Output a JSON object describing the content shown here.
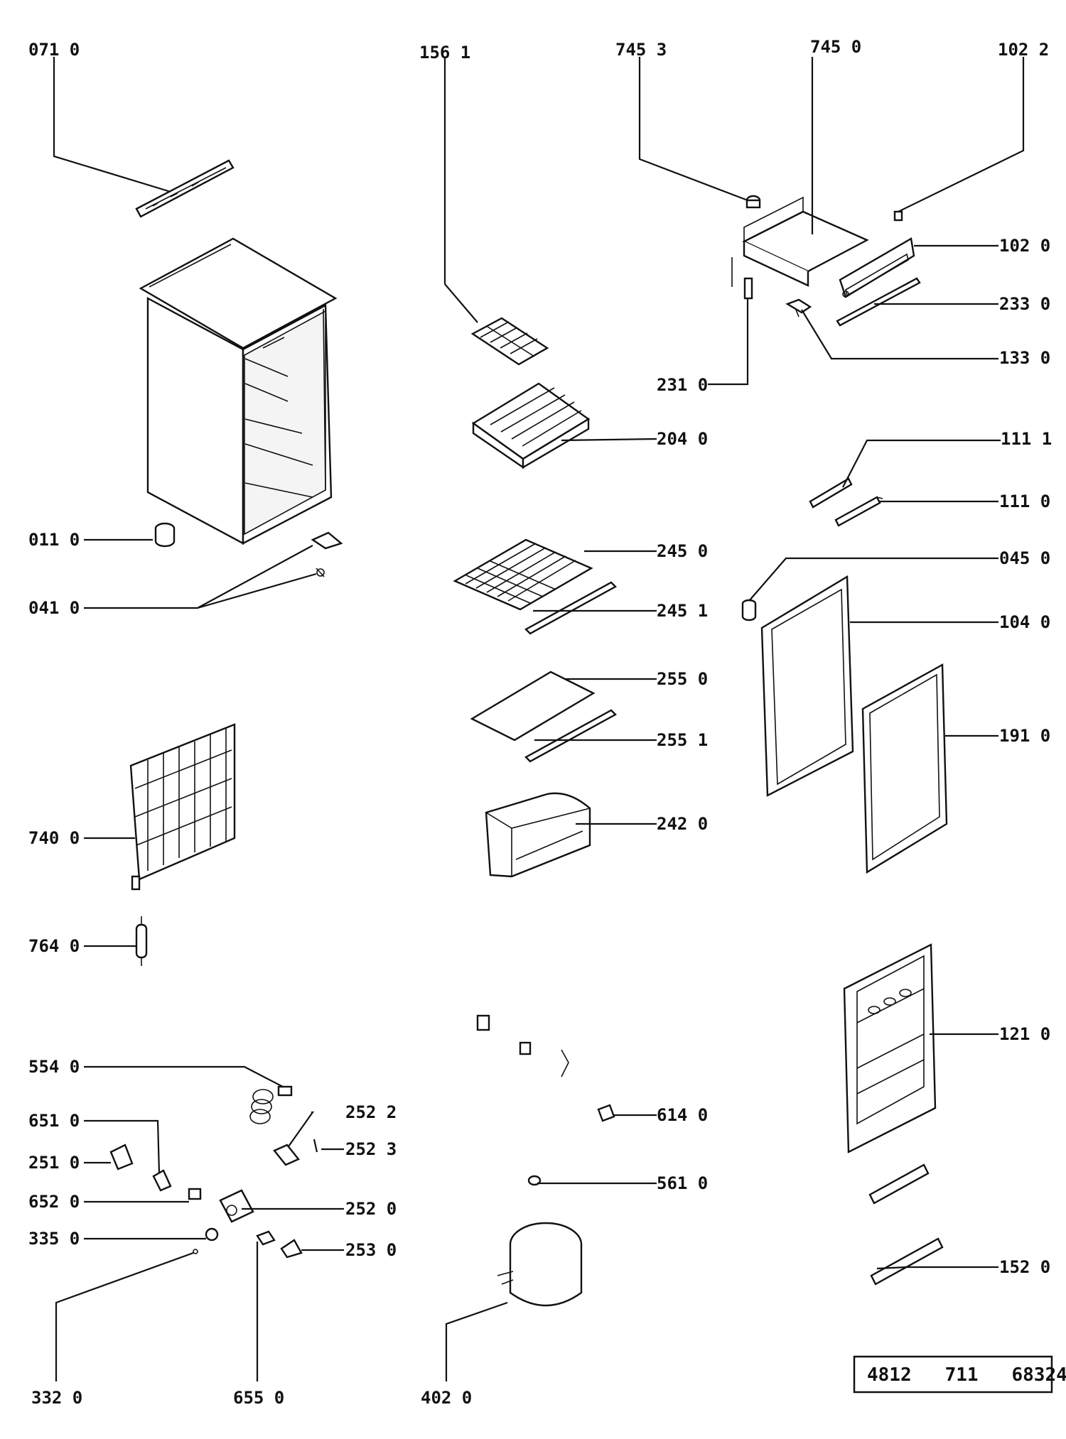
{
  "labels": {
    "l0710": "071 0",
    "l1561": "156 1",
    "l7453": "745 3",
    "l7450": "745 0",
    "l1022": "102 2",
    "l1020": "102 0",
    "l2330": "233 0",
    "l1330": "133 0",
    "l2310": "231 0",
    "l2040": "204 0",
    "l1111": "111 1",
    "l1110": "111 0",
    "l0110": "011 0",
    "l2450": "245 0",
    "l0450": "045 0",
    "l0410": "041 0",
    "l2451": "245 1",
    "l1040": "104 0",
    "l2550": "255 0",
    "l2551": "255 1",
    "l1910": "191 0",
    "l2420": "242 0",
    "l7400": "740 0",
    "l7640": "764 0",
    "l1210": "121 0",
    "l5540": "554 0",
    "l2522": "252 2",
    "l6510": "651 0",
    "l2523": "252 3",
    "l6140": "614 0",
    "l2510": "251 0",
    "l5610": "561 0",
    "l6520": "652 0",
    "l2520": "252 0",
    "l3350": "335 0",
    "l2530": "253 0",
    "l1520": "152 0",
    "l3320": "332 0",
    "l6550": "655 0",
    "l4020": "402 0"
  },
  "reference": "4812   711   68324"
}
